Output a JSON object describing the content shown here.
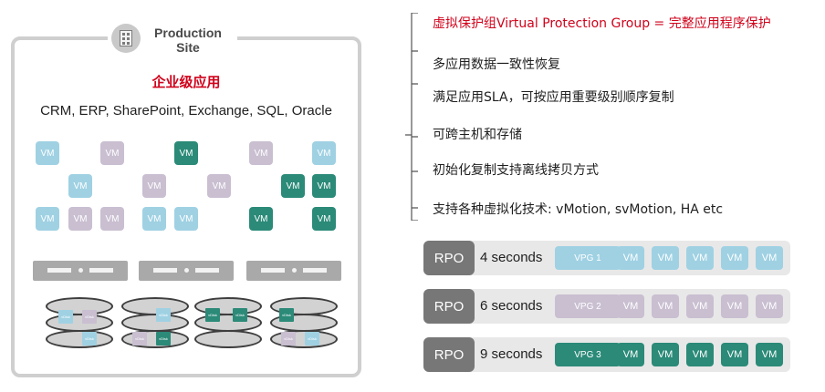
{
  "site": {
    "title_line1": "Production",
    "title_line2": "Site",
    "enterprise_label": "企业级应用",
    "apps": "CRM, ERP, SharePoint, Exchange, SQL, Oracle",
    "vm_label": "VM",
    "vdisk_label": "vDisk"
  },
  "features": [
    "虚拟保护组Virtual Protection Group = 完整应用程序保护",
    "多应用数据一致性恢复",
    "满足应用SLA，可按应用重要级别顺序复制",
    "可跨主机和存储",
    "初始化复制支持离线拷贝方式",
    "支持各种虚拟化技术: vMotion, svMotion, HA etc"
  ],
  "rpo_rows": [
    {
      "label": "RPO",
      "seconds": "4 seconds",
      "vpg": "VPG 1",
      "vm": "VM",
      "color": "#9fd1e3"
    },
    {
      "label": "RPO",
      "seconds": "6 seconds",
      "vpg": "VPG 2",
      "vm": "VM",
      "color": "#c9bfd1"
    },
    {
      "label": "RPO",
      "seconds": "9 seconds",
      "vpg": "VPG 3",
      "vm": "VM",
      "color": "#2b8a78"
    }
  ],
  "colors": {
    "vm_blue": "#9fd1e3",
    "vm_purple": "#c9bfd1",
    "vm_teal": "#2b8a78",
    "headline_red": "#d0021b"
  }
}
